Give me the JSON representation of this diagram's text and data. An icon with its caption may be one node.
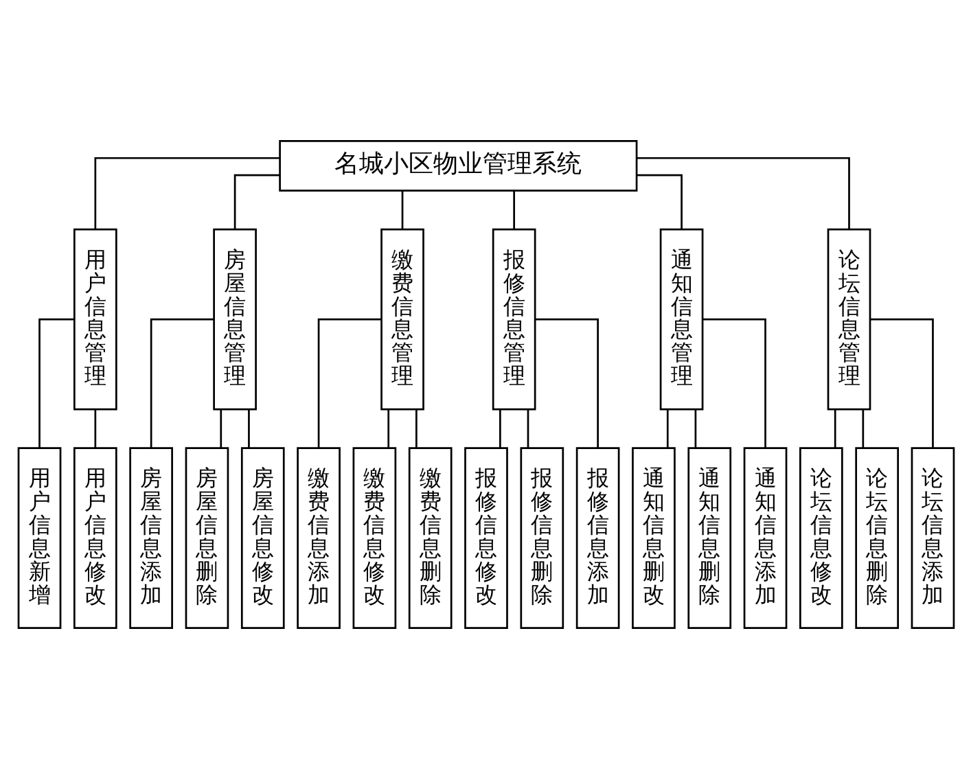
{
  "diagram": {
    "nodes": [
      {
        "text": [
          "名城小区物业管理系统"
        ]
      },
      {
        "text": [
          "用户信息管理"
        ]
      },
      {
        "text": [
          "房屋信息管理"
        ]
      },
      {
        "text": [
          "缴费信息管理"
        ]
      },
      {
        "text": [
          "报修信息管理"
        ]
      },
      {
        "text": [
          "通知信息管理"
        ]
      },
      {
        "text": [
          "论坛信息管理"
        ]
      },
      {
        "text": [
          "用户信息新增"
        ]
      },
      {
        "text": [
          "用户信息修改"
        ]
      },
      {
        "text": [
          "房屋信息添加"
        ]
      },
      {
        "text": [
          "房屋信息删除"
        ]
      },
      {
        "text": [
          "房屋信息修改"
        ]
      },
      {
        "text": [
          "缴费信息添加"
        ]
      },
      {
        "text": [
          "缴费信息修改"
        ]
      },
      {
        "text": [
          "缴费信息删除"
        ]
      },
      {
        "text": [
          "报修信息修改"
        ]
      },
      {
        "text": [
          "报修信息删除"
        ]
      },
      {
        "text": [
          "报修信息添加"
        ]
      },
      {
        "text": [
          "通知信息删改"
        ]
      },
      {
        "text": [
          "通知信息删除"
        ]
      },
      {
        "text": [
          "通知信息添加"
        ]
      },
      {
        "text": [
          "论坛信息修改"
        ]
      },
      {
        "text": [
          "论坛信息删除"
        ]
      },
      {
        "text": [
          "论坛信息添加"
        ]
      }
    ],
    "edges": [
      {
        "from": 0,
        "to": 1,
        "arrow": "none"
      },
      {
        "from": 0,
        "to": 2,
        "arrow": "none"
      },
      {
        "from": 0,
        "to": 3,
        "arrow": "none"
      },
      {
        "from": 0,
        "to": 4,
        "arrow": "none"
      },
      {
        "from": 0,
        "to": 5,
        "arrow": "none"
      },
      {
        "from": 0,
        "to": 6,
        "arrow": "none"
      },
      {
        "from": 1,
        "to": 7,
        "arrow": "none"
      },
      {
        "from": 1,
        "to": 8,
        "arrow": "none"
      },
      {
        "from": 2,
        "to": 9,
        "arrow": "none"
      },
      {
        "from": 2,
        "to": 10,
        "arrow": "none"
      },
      {
        "from": 2,
        "to": 11,
        "arrow": "none"
      },
      {
        "from": 3,
        "to": 12,
        "arrow": "none"
      },
      {
        "from": 3,
        "to": 13,
        "arrow": "none"
      },
      {
        "from": 3,
        "to": 14,
        "arrow": "none"
      },
      {
        "from": 4,
        "to": 15,
        "arrow": "none"
      },
      {
        "from": 4,
        "to": 16,
        "arrow": "none"
      },
      {
        "from": 4,
        "to": 17,
        "arrow": "none"
      },
      {
        "from": 5,
        "to": 18,
        "arrow": "none"
      },
      {
        "from": 5,
        "to": 19,
        "arrow": "none"
      },
      {
        "from": 5,
        "to": 20,
        "arrow": "none"
      },
      {
        "from": 6,
        "to": 21,
        "arrow": "none"
      },
      {
        "from": 6,
        "to": 22,
        "arrow": "none"
      },
      {
        "from": 6,
        "to": 23,
        "arrow": "none"
      }
    ]
  }
}
